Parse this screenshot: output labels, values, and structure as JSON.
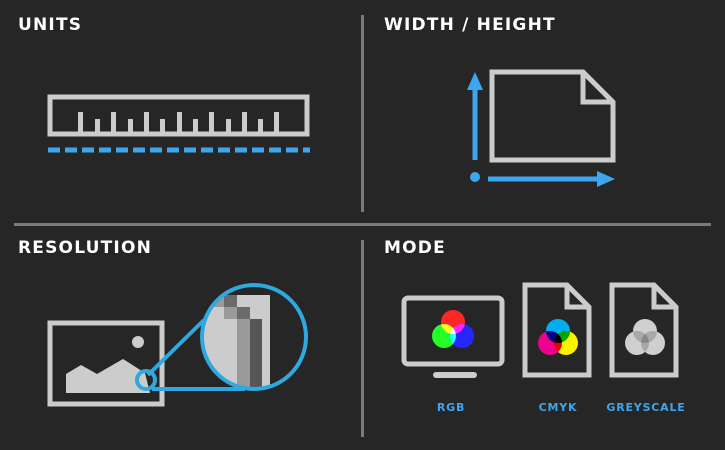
{
  "colors": {
    "background": "#262626",
    "stroke": "#cccccc",
    "accent": "#3ea6ee",
    "divider": "#7a7a7a",
    "title": "#ffffff"
  },
  "panels": {
    "units": {
      "title": "UNITS",
      "icon": "ruler-icon"
    },
    "width_height": {
      "title": "WIDTH / HEIGHT",
      "icon": "document-dimensions-icon"
    },
    "resolution": {
      "title": "RESOLUTION",
      "icon": "image-magnify-pixels-icon"
    },
    "mode": {
      "title": "MODE",
      "options": [
        {
          "label": "RGB",
          "icon": "monitor-rgb-icon"
        },
        {
          "label": "CMYK",
          "icon": "document-cmyk-icon"
        },
        {
          "label": "GREYSCALE",
          "icon": "document-greyscale-icon"
        }
      ]
    }
  }
}
